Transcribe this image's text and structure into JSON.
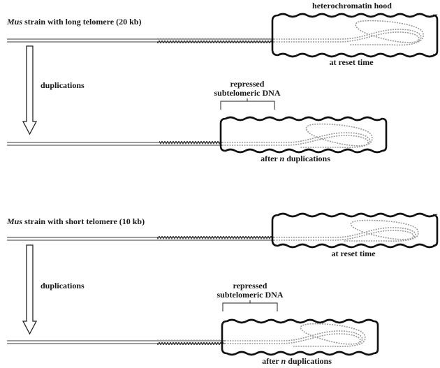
{
  "panels": [
    {
      "title_prefix": "Mus",
      "title_rest": " strain with long telomere (20 kb)",
      "hood_label": "heterochromatin hood",
      "reset_label": "at reset time",
      "arrow_label": "duplications",
      "repressed_line1": "repressed",
      "repressed_line2": "subtelomeric DNA",
      "after_prefix": "after ",
      "after_n": "n",
      "after_suffix": " duplications"
    },
    {
      "title_prefix": "Mus",
      "title_rest": " strain with short telomere (10 kb)",
      "reset_label": "at reset time",
      "arrow_label": "duplications",
      "repressed_line1": "repressed",
      "repressed_line2": "subtelomeric DNA",
      "after_prefix": "after ",
      "after_n": "n",
      "after_suffix": " duplications"
    }
  ],
  "colors": {
    "ink": "#1a1a1a",
    "line": "#3a3a3a",
    "loop": "#9a9a9a"
  }
}
